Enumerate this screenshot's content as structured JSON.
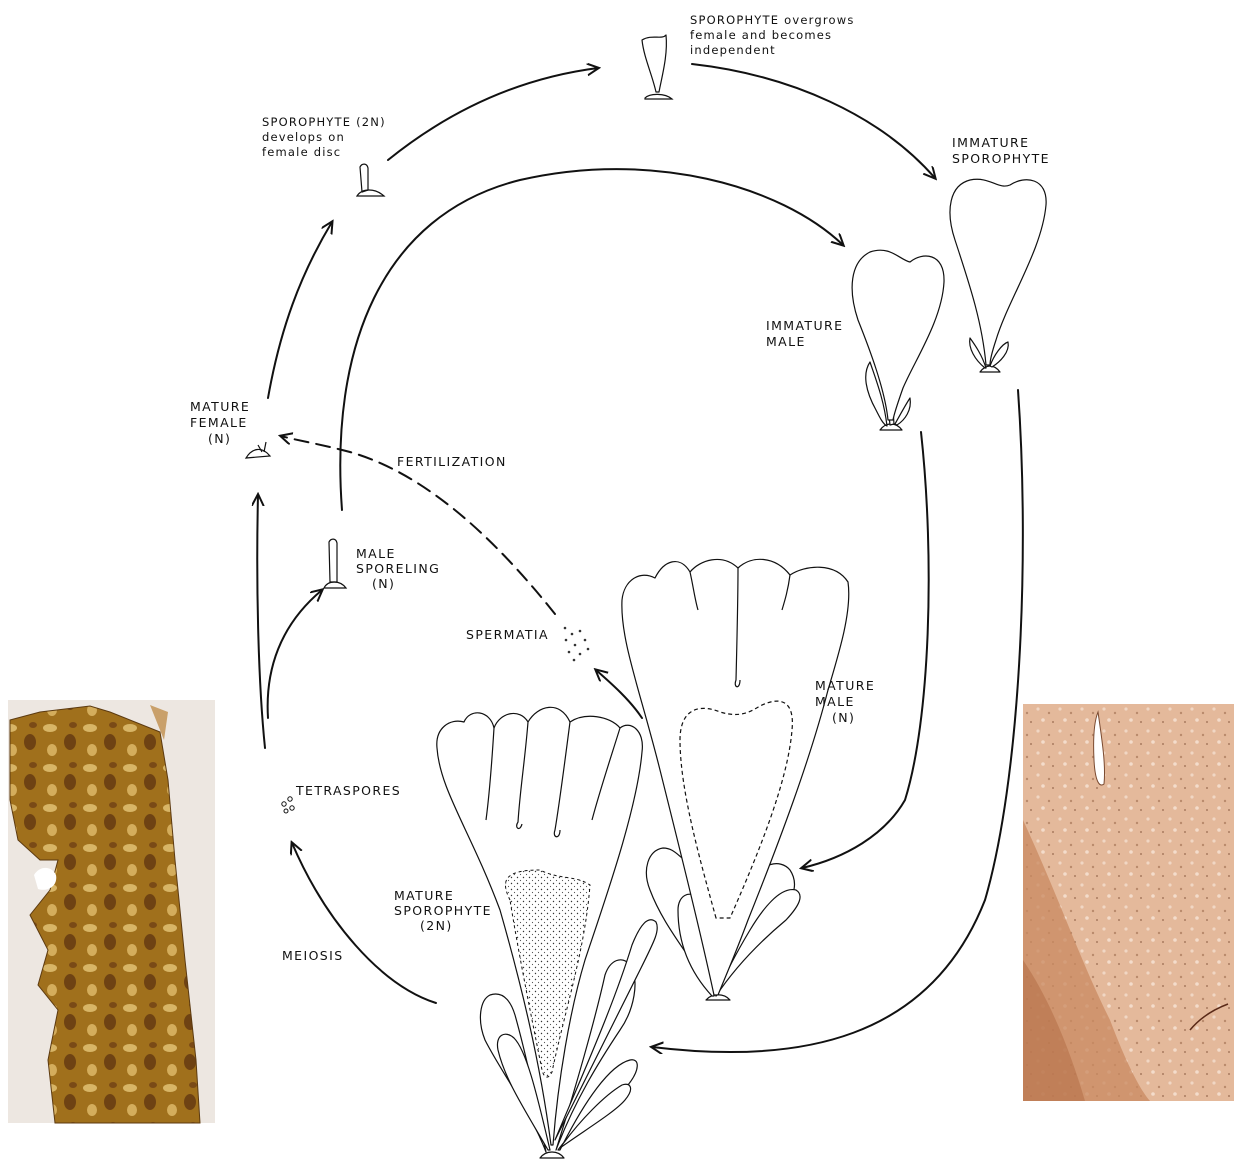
{
  "labels": {
    "sporophyte_overgrows": [
      "SPOROPHYTE overgrows",
      "female and becomes",
      "independent"
    ],
    "sporophyte_develops": [
      "SPOROPHYTE (2N)",
      "develops on",
      "female disc"
    ],
    "immature_sporophyte": [
      "IMMATURE",
      "SPOROPHYTE"
    ],
    "immature_male": [
      "IMMATURE",
      "MALE"
    ],
    "mature_female": [
      "MATURE",
      "FEMALE",
      "(N)"
    ],
    "fertilization": "FERTILIZATION",
    "male_sporeling": [
      "MALE",
      "SPORELING",
      "(N)"
    ],
    "spermatia": "SPERMATIA",
    "mature_male": [
      "MATURE",
      "MALE",
      "(N)"
    ],
    "tetraspores": "TETRASPORES",
    "mature_sporophyte": [
      "MATURE",
      "SPOROPHYTE",
      "(2N)"
    ],
    "meiosis": "MEIOSIS"
  },
  "photos": {
    "left_color": "#a0701c",
    "right_color": "#e1b294"
  }
}
